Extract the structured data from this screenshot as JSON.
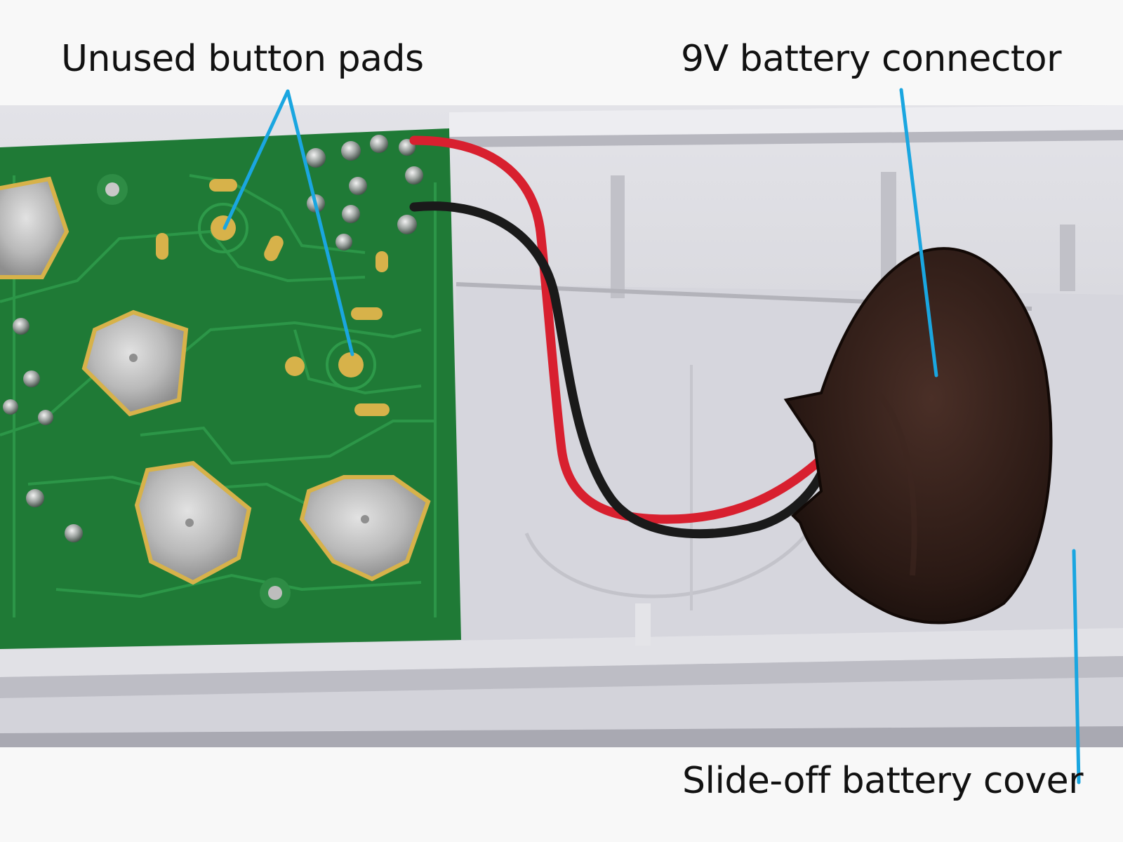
{
  "annotations": {
    "unused_button_pads": "Unused button pads",
    "battery_connector": "9V battery connector",
    "battery_cover": "Slide-off battery cover"
  },
  "colors": {
    "callout_line": "#1aa6e0",
    "pcb_green": "#1f7a36",
    "trace_green": "#2d9447",
    "pad_gold": "#d7b24a",
    "housing_gray": "#cfcfd6",
    "wire_red": "#d8202f",
    "wire_black": "#1a1a1a",
    "connector_brown": "#2c1a15",
    "text": "#111111"
  },
  "icons": {
    "button_contact": "metal-dome-contact",
    "solder_joint": "solder-blob"
  }
}
